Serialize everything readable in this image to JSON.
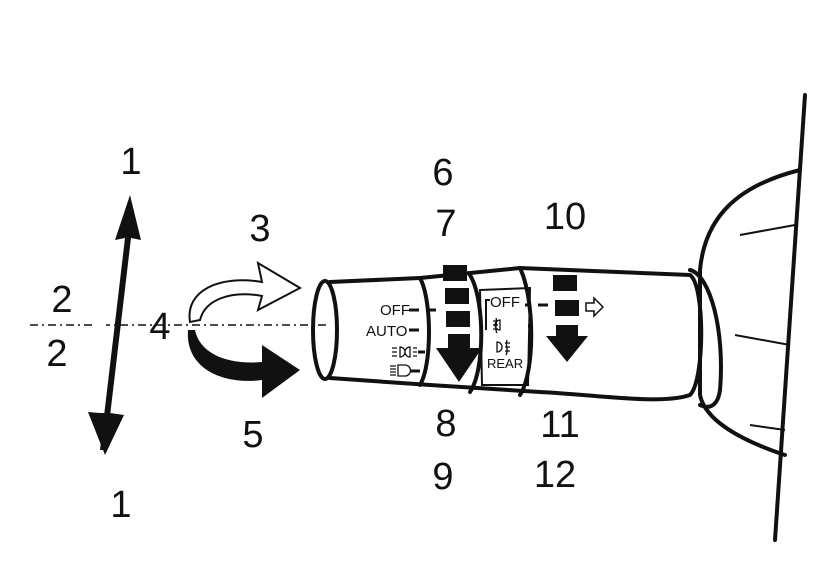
{
  "callouts": {
    "n1_top": "1",
    "n1_bottom": "1",
    "n2_top": "2",
    "n2_bottom": "2",
    "n3": "3",
    "n4": "4",
    "n5": "5",
    "n6": "6",
    "n7": "7",
    "n8": "8",
    "n9": "9",
    "n10": "10",
    "n11": "11",
    "n12": "12"
  },
  "light_switch_positions": [
    "OFF",
    "AUTO",
    "parking-light-icon",
    "headlight-icon"
  ],
  "light_switch_labels": {
    "off": "OFF",
    "auto": "AUTO"
  },
  "fog_switch_labels": {
    "off": "OFF",
    "rear": "REAR"
  },
  "icons": [
    "front-fog-light-icon",
    "rear-fog-light-icon",
    "turn-signal-arrow-icon"
  ]
}
